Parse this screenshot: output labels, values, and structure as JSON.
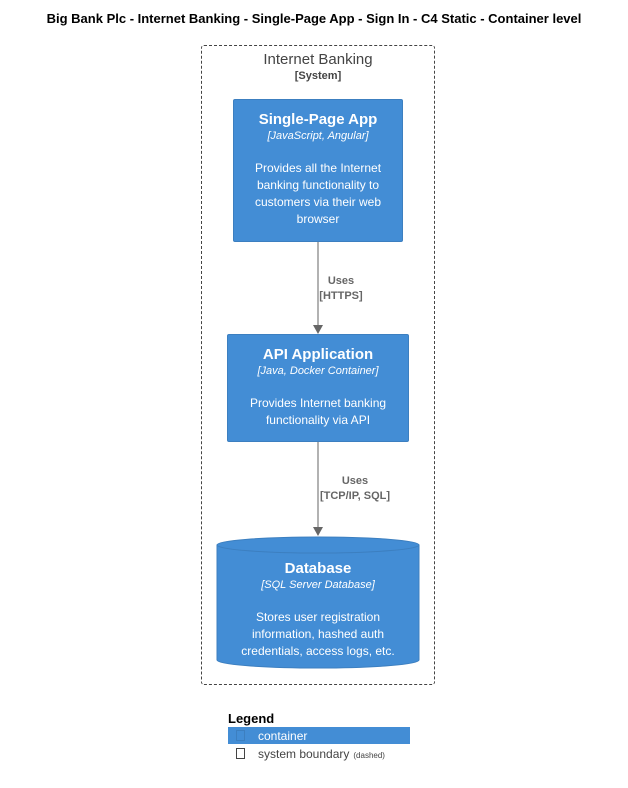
{
  "title": "Big Bank Plc - Internet Banking - Single-Page App - Sign In - C4 Static - Container level",
  "boundary": {
    "name": "Internet Banking",
    "type": "[System]"
  },
  "nodes": {
    "spa": {
      "name": "Single-Page App",
      "technology": "[JavaScript, Angular]",
      "description": [
        "Provides all the Internet",
        "banking functionality to",
        "customers via their web",
        "browser"
      ]
    },
    "api": {
      "name": "API Application",
      "technology": "[Java, Docker Container]",
      "description": [
        "Provides Internet banking",
        "functionality via API"
      ]
    },
    "db": {
      "name": "Database",
      "technology": "[SQL Server Database]",
      "description": [
        "Stores user registration",
        "information, hashed auth",
        "credentials, access logs, etc."
      ]
    }
  },
  "relations": [
    {
      "label": "Uses",
      "technology": "[HTTPS]"
    },
    {
      "label": "Uses",
      "technology": "[TCP/IP, SQL]"
    }
  ],
  "legend": {
    "title": "Legend",
    "items": [
      {
        "label": "container",
        "note": ""
      },
      {
        "label": "system boundary",
        "note": "(dashed)"
      }
    ]
  },
  "colors": {
    "container": "#438dd5",
    "container_border": "#3c7fc0",
    "boundary": "#444444",
    "arrow": "#666666"
  }
}
